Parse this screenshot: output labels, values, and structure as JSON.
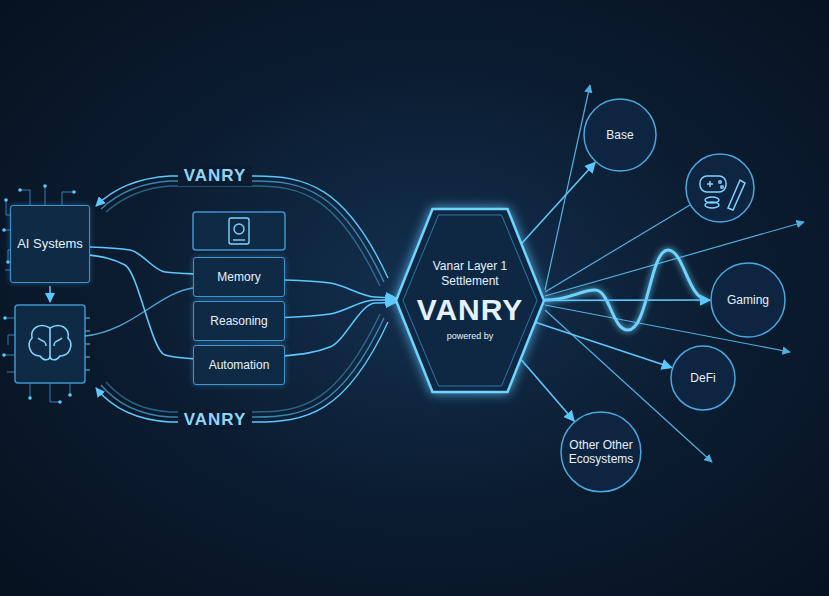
{
  "diagram": {
    "nodes": [
      {
        "text": [
          "AI Systems"
        ]
      },
      {
        "text": [
          "Memory"
        ]
      },
      {
        "text": [
          "Reasoning"
        ]
      },
      {
        "text": [
          "Automation"
        ]
      },
      {
        "text": [
          "Vanar Layer 1 Settlement",
          "VANRY",
          "powered by"
        ]
      },
      {
        "text": [
          "Base"
        ]
      },
      {
        "text": [
          "Gaming"
        ]
      },
      {
        "text": [
          "DeFi"
        ]
      },
      {
        "text": [
          "Other Other Ecosystems"
        ]
      }
    ],
    "edges": [
      {
        "from": 0,
        "to": 1,
        "arrow": "none"
      },
      {
        "from": 0,
        "to": 3,
        "arrow": "none"
      },
      {
        "from": 1,
        "to": 4,
        "arrow": "to"
      },
      {
        "from": 2,
        "to": 4,
        "arrow": "to"
      },
      {
        "from": 3,
        "to": 4,
        "arrow": "to"
      },
      {
        "from": 4,
        "to": 5,
        "arrow": "to"
      },
      {
        "from": 4,
        "to": 6,
        "arrow": "to"
      },
      {
        "from": 4,
        "to": 7,
        "arrow": "to"
      },
      {
        "from": 4,
        "to": 8,
        "arrow": "to"
      }
    ],
    "labels": [
      "VANRY",
      "VANRY"
    ]
  }
}
